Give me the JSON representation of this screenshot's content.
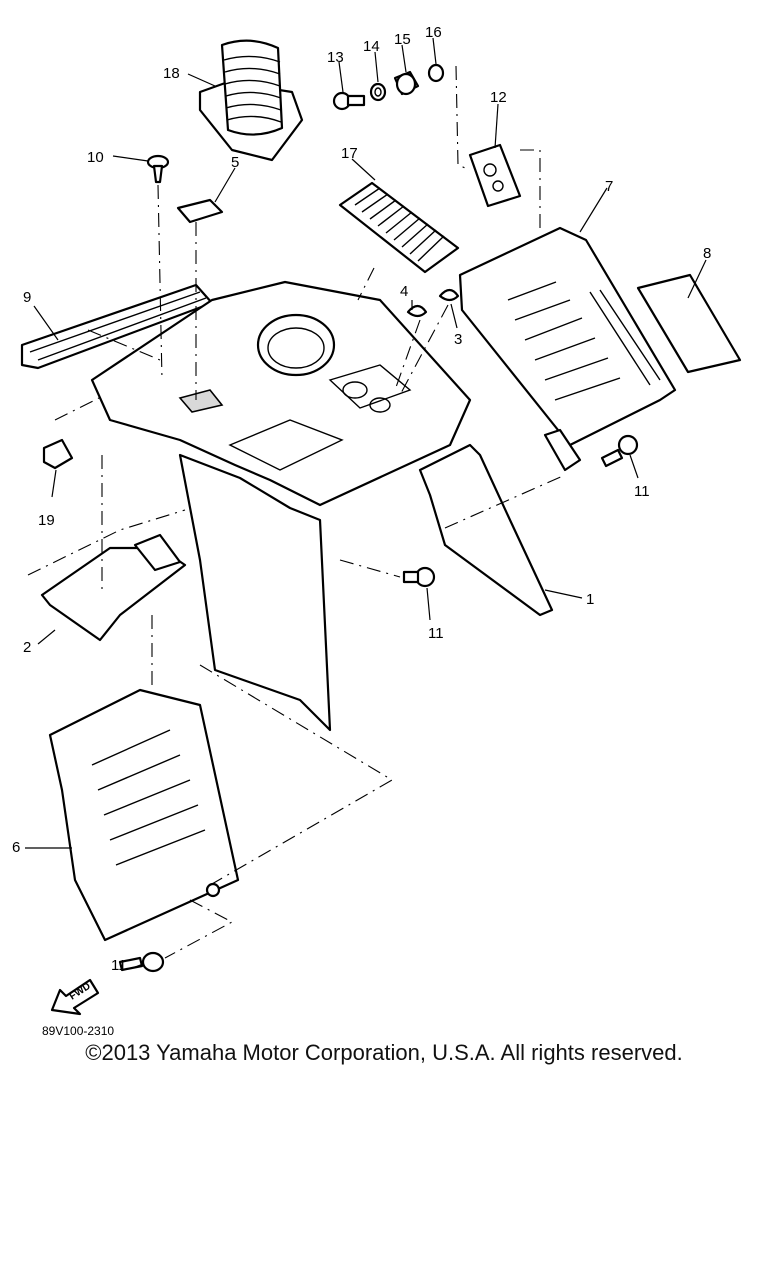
{
  "callouts": {
    "c1": "1",
    "c2": "2",
    "c3": "3",
    "c4": "4",
    "c5": "5",
    "c6": "6",
    "c7": "7",
    "c8": "8",
    "c9": "9",
    "c10": "10",
    "c11a": "11",
    "c11b": "11",
    "c11c": "11",
    "c12": "12",
    "c13": "13",
    "c14": "14",
    "c15": "15",
    "c16": "16",
    "c17": "17",
    "c18": "18",
    "c19": "19"
  },
  "forward_label": "FWD",
  "diagram_code": "89V100-2310",
  "copyright": "©2013 Yamaha Motor Corporation, U.S.A. All rights reserved."
}
